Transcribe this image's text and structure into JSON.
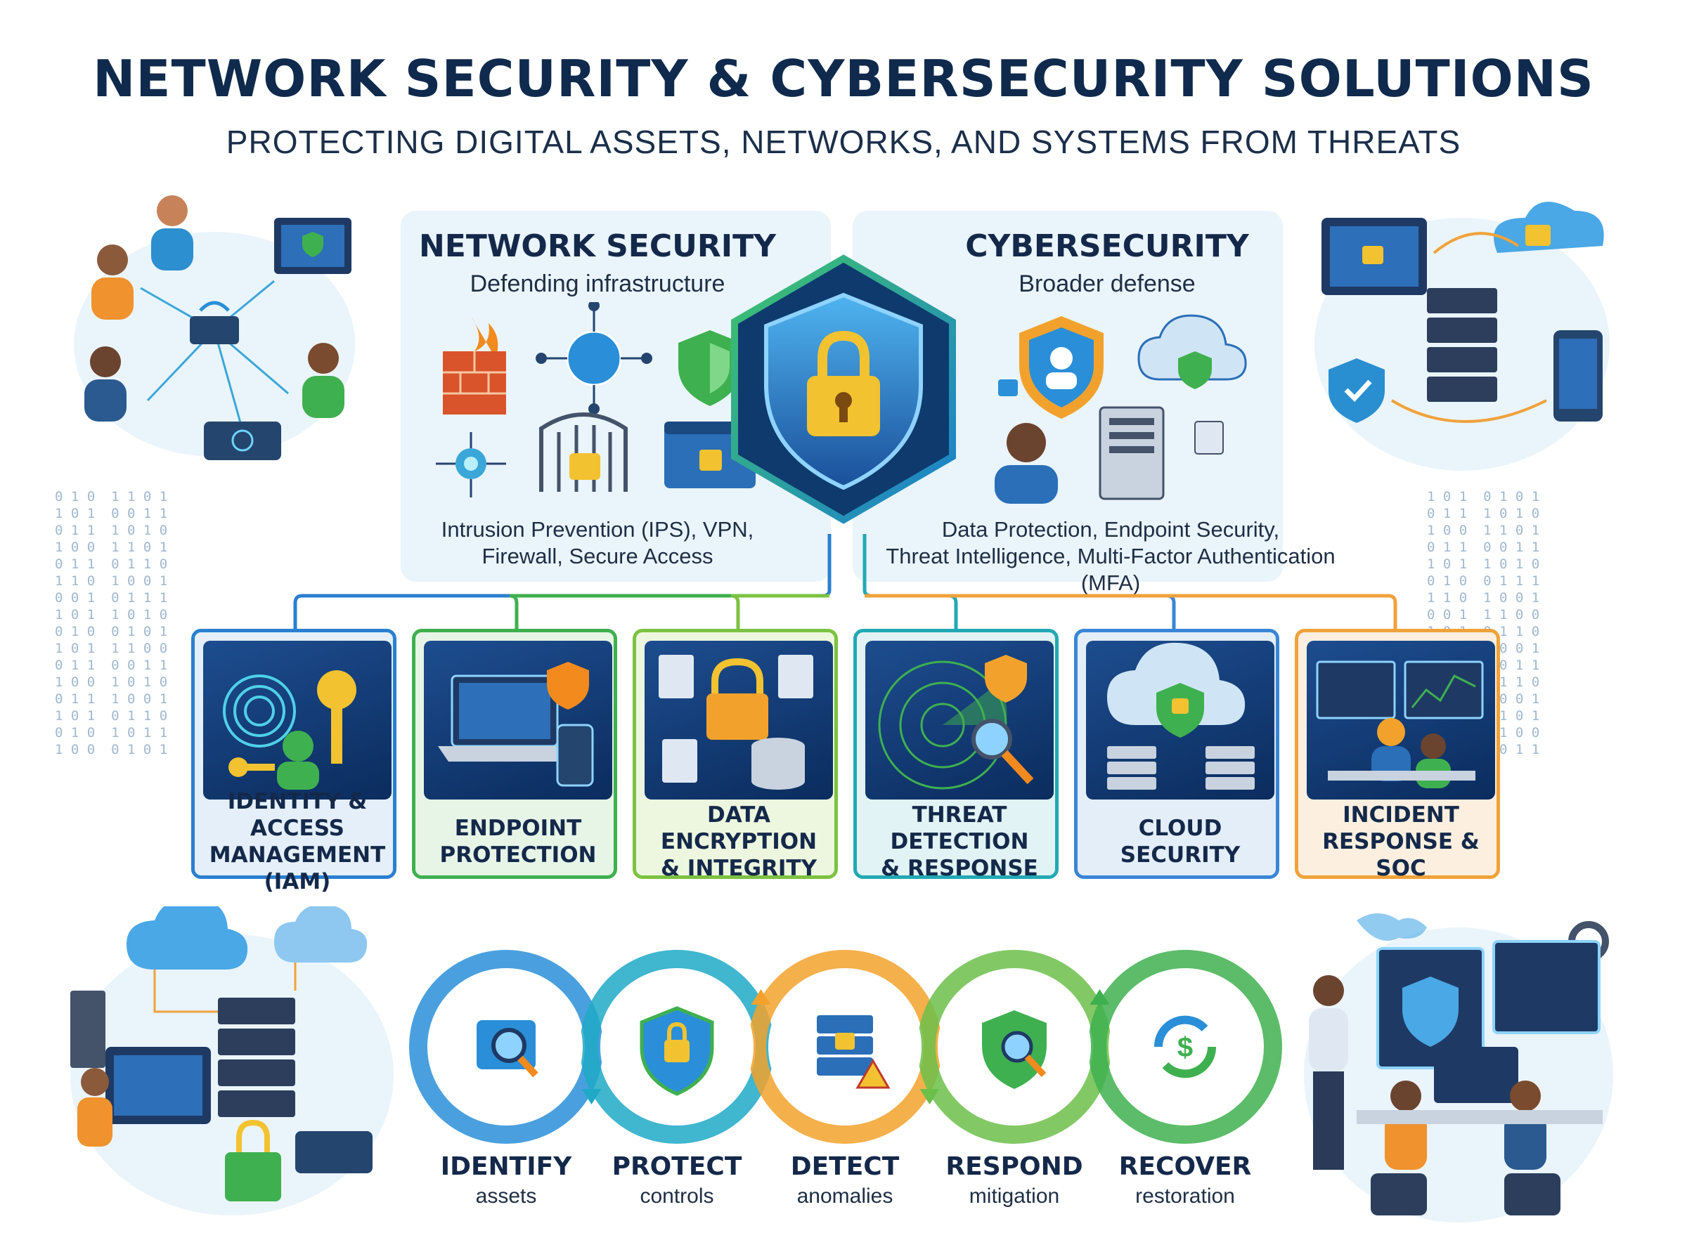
{
  "title": "NETWORK SECURITY & CYBERSECURITY SOLUTIONS",
  "subtitle": "PROTECTING DIGITAL ASSETS, NETWORKS, AND SYSTEMS FROM THREATS",
  "network_panel": {
    "title": "NETWORK SECURITY",
    "subtitle": "Defending infrastructure",
    "desc_line1": "Intrusion Prevention (IPS), VPN,",
    "desc_line2": "Firewall, Secure Access"
  },
  "cyber_panel": {
    "title": "CYBERSECURITY",
    "subtitle": "Broader defense",
    "desc_line1": "Data Protection, Endpoint Security,",
    "desc_line2": "Threat Intelligence, Multi-Factor Authentication (MFA)"
  },
  "cards": [
    {
      "line1": "IDENTITY & ACCESS",
      "line2": "MANAGEMENT (IAM)",
      "color": "#2a7fd0",
      "bg": "#e4eff9",
      "icon": "fingerprint-key-icon"
    },
    {
      "line1": "ENDPOINT",
      "line2": "PROTECTION",
      "color": "#3fb04f",
      "bg": "#e6f5e6",
      "icon": "laptop-shield-icon"
    },
    {
      "line1": "DATA ENCRYPTION",
      "line2": "& INTEGRITY",
      "color": "#7cc242",
      "bg": "#edf7df",
      "icon": "database-lock-icon"
    },
    {
      "line1": "THREAT DETECTION",
      "line2": "& RESPONSE",
      "color": "#21a9b4",
      "bg": "#e1f3f4",
      "icon": "radar-icon"
    },
    {
      "line1": "CLOUD",
      "line2": "SECURITY",
      "color": "#3a86d6",
      "bg": "#e4eef9",
      "icon": "cloud-lock-icon"
    },
    {
      "line1": "INCIDENT",
      "line2": "RESPONSE & SOC",
      "color": "#f0a23a",
      "bg": "#fcefdf",
      "icon": "soc-monitor-icon"
    }
  ],
  "stages": [
    {
      "label": "IDENTIFY",
      "sub": "assets",
      "color": "#2a8fd8",
      "icon": "magnifier-icon"
    },
    {
      "label": "PROTECT",
      "sub": "controls",
      "color": "#1fa9c7",
      "icon": "shield-lock-icon"
    },
    {
      "label": "DETECT",
      "sub": "anomalies",
      "color": "#f2a22c",
      "icon": "server-warning-icon"
    },
    {
      "label": "RESPOND",
      "sub": "mitigation",
      "color": "#6cc04a",
      "icon": "response-shield-icon"
    },
    {
      "label": "RECOVER",
      "sub": "restoration",
      "color": "#3fb04f",
      "icon": "recover-cycle-icon"
    }
  ],
  "colors": {
    "navy": "#14294a",
    "accent_blue": "#2a7fd0",
    "accent_green": "#3fb04f",
    "accent_orange": "#f0a23a"
  }
}
